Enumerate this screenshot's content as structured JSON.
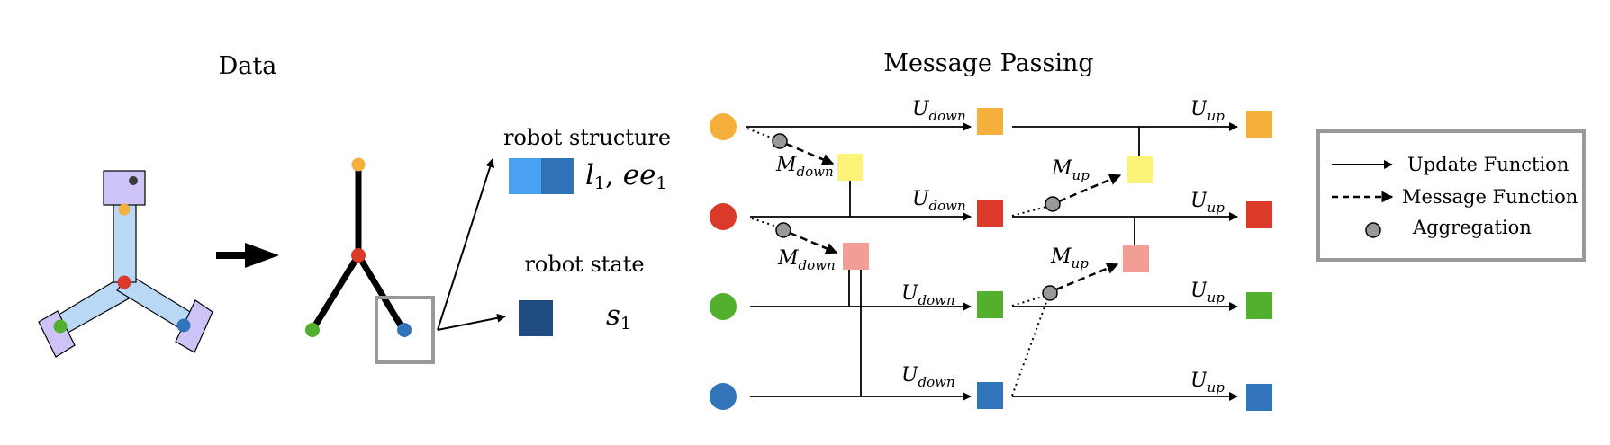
{
  "data_section": {
    "title": "Data"
  },
  "features": {
    "structure_label": "robot structure",
    "structure_var_main": "l",
    "structure_var_sub": "1",
    "structure_sep": ",  ",
    "structure_var2_main": "ee",
    "structure_var2_sub": "1",
    "state_label": "robot state",
    "state_var_main": "s",
    "state_var_sub": "1"
  },
  "message_passing": {
    "title": "Message Passing",
    "u_main": "U",
    "m_main": "M",
    "down_sub": "down",
    "up_sub": "up"
  },
  "legend": {
    "update": "Update Function",
    "message": "Message Function",
    "aggregation": "Aggregation"
  },
  "colors": {
    "orange": "#F4AF3D",
    "red": "#DB3A2A",
    "green": "#52B02E",
    "blue": "#3274BA",
    "yellow": "#FCF47A",
    "pink": "#F29E94",
    "robot_body": "#B8D8F5",
    "robot_pad": "#CDC3F7",
    "struct_light": "#4AA1F2",
    "struct_dark": "#2F72B8",
    "state": "#1F4B80",
    "agg": "#999999",
    "frame": "#999999"
  }
}
